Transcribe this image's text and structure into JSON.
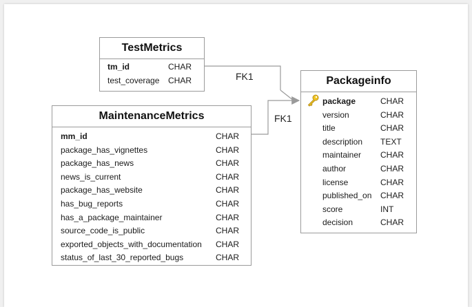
{
  "relationships": [
    {
      "label": "FK1",
      "from": "TestMetrics",
      "to": "Packageinfo"
    },
    {
      "label": "FK1",
      "from": "MaintenanceMetrics",
      "to": "Packageinfo"
    }
  ],
  "tables": {
    "testmetrics": {
      "name": "TestMetrics",
      "columns": [
        {
          "name": "tm_id",
          "type": "CHAR"
        },
        {
          "name": "test_coverage",
          "type": "CHAR"
        }
      ]
    },
    "maintenance": {
      "name": "MaintenanceMetrics",
      "columns": [
        {
          "name": "mm_id",
          "type": "CHAR"
        },
        {
          "name": "package_has_vignettes",
          "type": "CHAR"
        },
        {
          "name": "package_has_news",
          "type": "CHAR"
        },
        {
          "name": "news_is_current",
          "type": "CHAR"
        },
        {
          "name": "package_has_website",
          "type": "CHAR"
        },
        {
          "name": "has_bug_reports",
          "type": "CHAR"
        },
        {
          "name": "has_a_package_maintainer",
          "type": "CHAR"
        },
        {
          "name": "source_code_is_public",
          "type": "CHAR"
        },
        {
          "name": "exported_objects_with_documentation",
          "type": "CHAR"
        },
        {
          "name": "status_of_last_30_reported_bugs",
          "type": "CHAR"
        }
      ]
    },
    "packageinfo": {
      "name": "Packageinfo",
      "key_icon": "key-icon",
      "columns": [
        {
          "name": "package",
          "type": "CHAR"
        },
        {
          "name": "version",
          "type": "CHAR"
        },
        {
          "name": "title",
          "type": "CHAR"
        },
        {
          "name": "description",
          "type": "TEXT"
        },
        {
          "name": "maintainer",
          "type": "CHAR"
        },
        {
          "name": "author",
          "type": "CHAR"
        },
        {
          "name": "license",
          "type": "CHAR"
        },
        {
          "name": "published_on",
          "type": "CHAR"
        },
        {
          "name": "score",
          "type": "INT"
        },
        {
          "name": "decision",
          "type": "CHAR"
        }
      ]
    }
  }
}
